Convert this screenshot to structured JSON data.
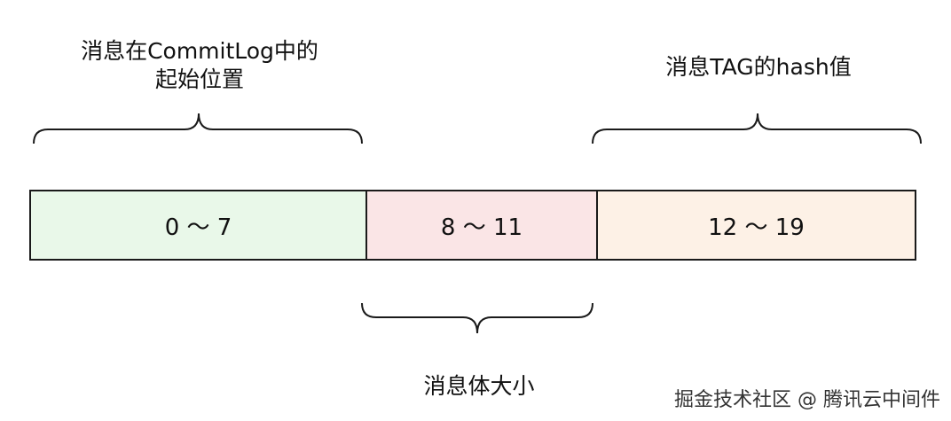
{
  "labels": {
    "start_position_line1": "消息在CommitLog中的",
    "start_position_line2": "起始位置",
    "tag_hash": "消息TAG的hash值",
    "body_size": "消息体大小"
  },
  "segments": [
    {
      "text": "0 ～ 7",
      "color": "#e9f8e9"
    },
    {
      "text": "8 ～ 11",
      "color": "#fae5e6"
    },
    {
      "text": "12 ～ 19",
      "color": "#fdf1e6"
    }
  ],
  "watermark": "掘金技术社区 @ 腾讯云中间件"
}
